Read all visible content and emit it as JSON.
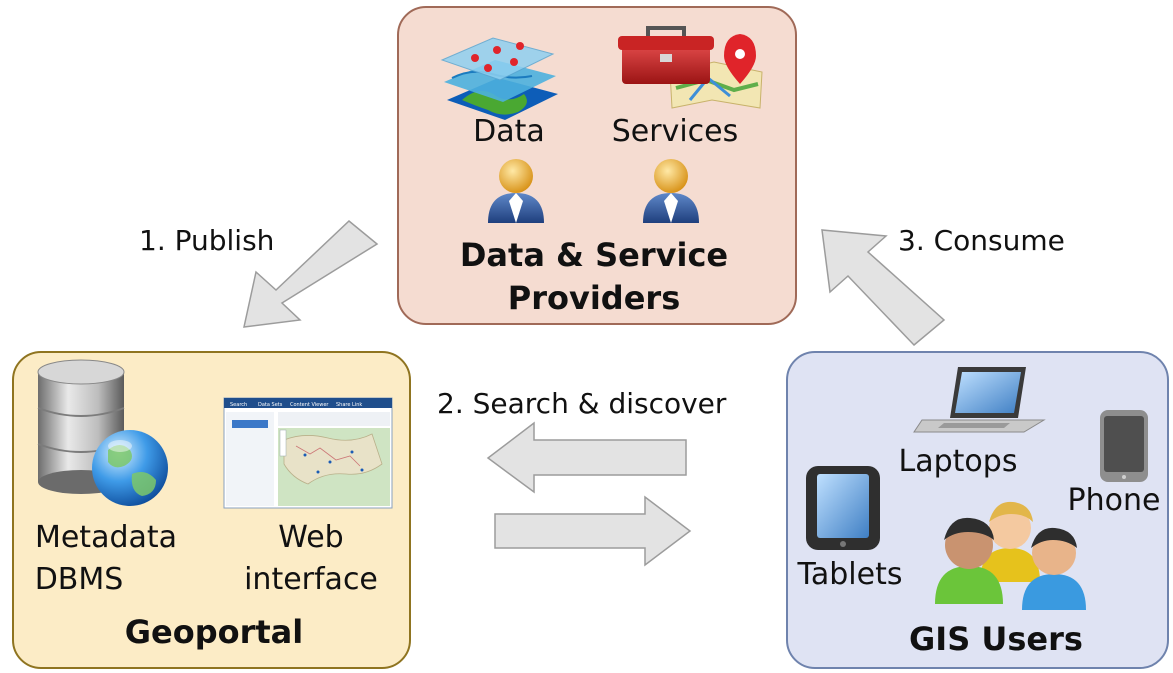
{
  "providers": {
    "data_label": "Data",
    "services_label": "Services",
    "title_line1": "Data & Service",
    "title_line2": "Providers",
    "fill_color": "#f5dcd1",
    "border_color": "#a06a58"
  },
  "geoportal": {
    "metadata_line1": "Metadata",
    "metadata_line2": "DBMS",
    "web_line1": "Web",
    "web_line2": "interface",
    "title": "Geoportal",
    "fill_color": "#fcecc6",
    "border_color": "#8f7420"
  },
  "gis_users": {
    "laptops_label": "Laptops",
    "phone_label": "Phone",
    "tablets_label": "Tablets",
    "title": "GIS Users",
    "fill_color": "#dfe3f3",
    "border_color": "#6f83ad"
  },
  "steps": {
    "publish": "1. Publish",
    "search": "2. Search & discover",
    "consume": "3. Consume"
  },
  "web_interface_screenshot": {
    "tabs": [
      "Search",
      "Data Sets",
      "Content Viewer",
      "Share Link"
    ]
  },
  "arrow_fill": "#e3e3e3",
  "arrow_stroke": "#9c9c9c"
}
